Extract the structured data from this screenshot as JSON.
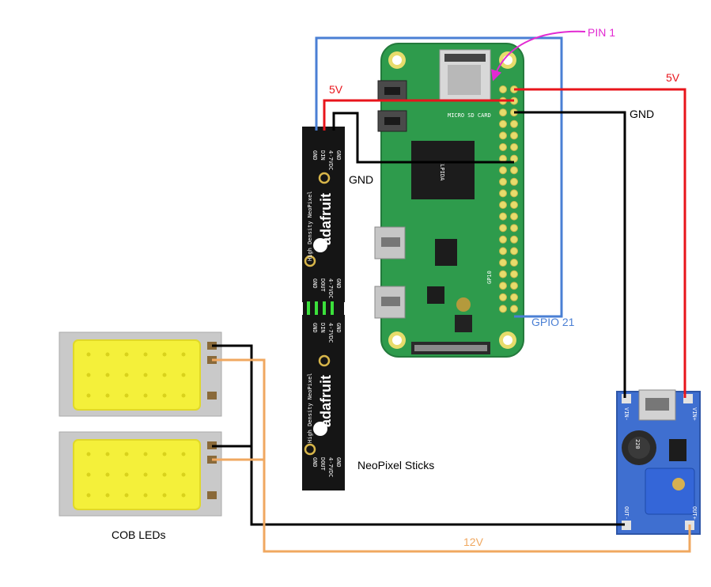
{
  "labels": {
    "pin1": "PIN 1",
    "v5_left": "5V",
    "v5_right": "5V",
    "gnd_right": "GND",
    "gnd_left": "GND",
    "gpio": "GPIO 21",
    "neopixel": "NeoPixel Sticks",
    "cob": "COB LEDs",
    "v12": "12V"
  },
  "stick": {
    "brand": "adafruit",
    "subtitle": "High Density NeoPixel",
    "pins_top": [
      "GND",
      "DIN",
      "4-7VDC",
      "GND"
    ],
    "pins_mid": [
      "GND",
      "DOUT",
      "4-7VDC",
      "GND"
    ]
  },
  "pi": {
    "sd": "MICRO SD CARD",
    "chip": "ELPIDA",
    "gpio_silk": "GP10"
  },
  "converter": {
    "vin_neg": "VIN-",
    "vin_pos": "VIN+",
    "out_neg": "OUT-",
    "out_pos": "OUT+",
    "inductor": "220"
  },
  "colors": {
    "wire_5v": "#e8141b",
    "wire_gnd": "#000000",
    "wire_gpio": "#4a7fd4",
    "wire_12v": "#f0a860",
    "pin1_arrow": "#e22ad2",
    "pcb_green": "#2e9b4c",
    "stick_black": "#151515",
    "converter_blue": "#3f6fd0"
  }
}
